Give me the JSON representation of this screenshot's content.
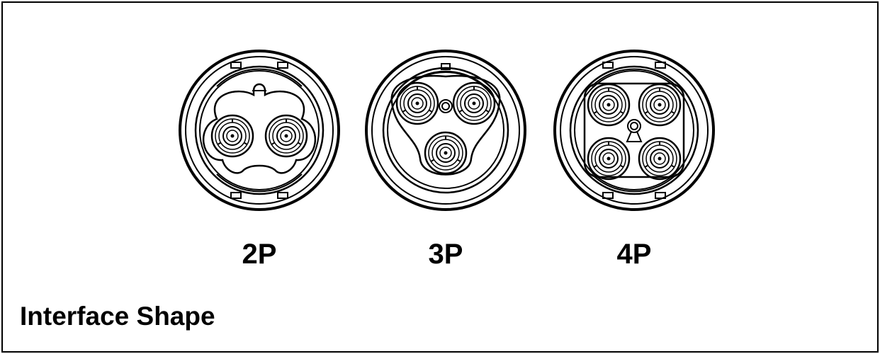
{
  "title": "Interface Shape",
  "connectors": [
    {
      "id": "2p",
      "label": "2P",
      "pins": 2
    },
    {
      "id": "3p",
      "label": "3P",
      "pins": 3
    },
    {
      "id": "4p",
      "label": "4P",
      "pins": 4
    }
  ],
  "colors": {
    "line": "#000000",
    "background": "#ffffff"
  }
}
